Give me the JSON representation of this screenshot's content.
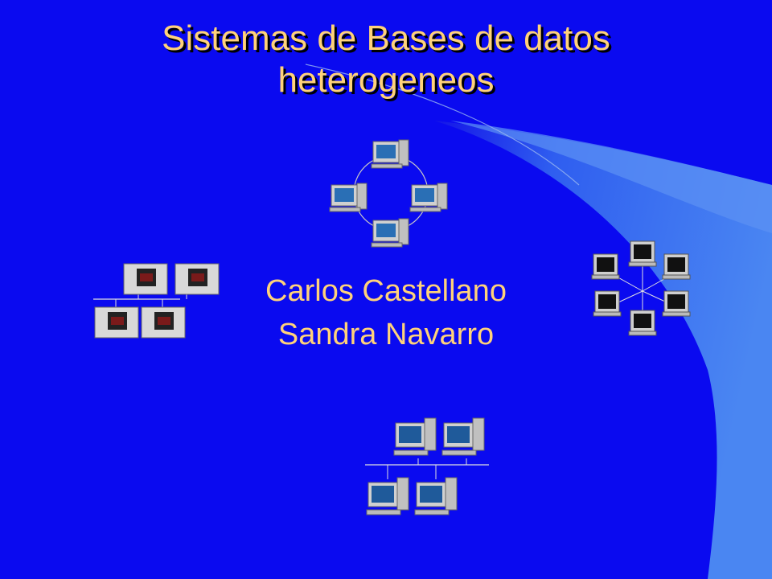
{
  "slide": {
    "title_line1": "Sistemas de Bases de datos",
    "title_line2": "heterogeneos",
    "authors": [
      "Carlos Castellano",
      "Sandra Navarro"
    ]
  },
  "colors": {
    "background": "#0a0af0",
    "text": "#ffd27a",
    "swoosh": "#3d7af0",
    "swoosh_highlight": "#9ab8f0"
  },
  "clipart": [
    {
      "name": "ring-network-icon"
    },
    {
      "name": "bus-network-icon-left"
    },
    {
      "name": "star-network-icon"
    },
    {
      "name": "bus-network-icon-bottom"
    }
  ]
}
